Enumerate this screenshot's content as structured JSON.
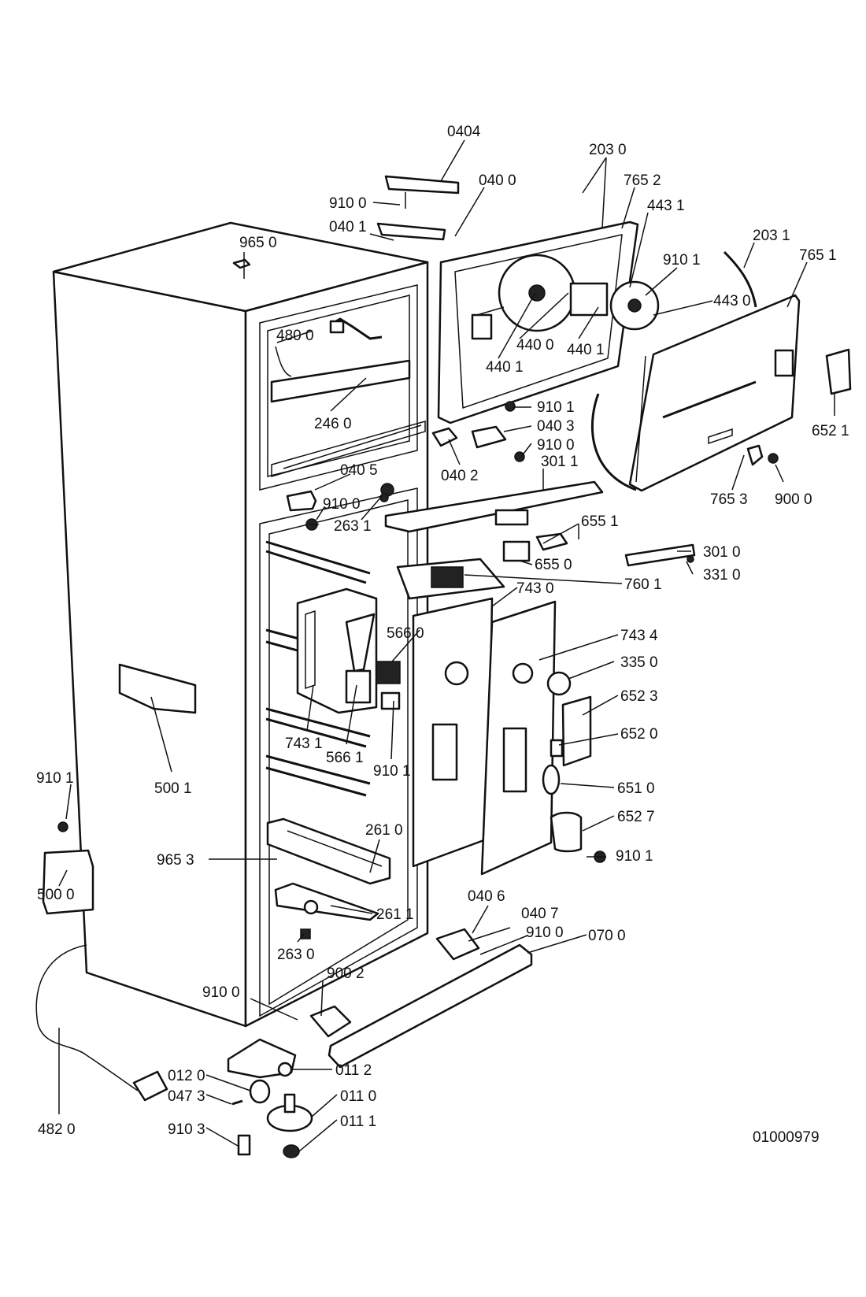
{
  "reference_number": "01000979",
  "callouts": [
    {
      "id": "c0404",
      "text": "0404"
    },
    {
      "id": "c2030",
      "text": "203 0"
    },
    {
      "id": "c0400",
      "text": "040 0"
    },
    {
      "id": "c9100a",
      "text": "910 0"
    },
    {
      "id": "c7652",
      "text": "765 2"
    },
    {
      "id": "c0401",
      "text": "040 1"
    },
    {
      "id": "c4431",
      "text": "443 1"
    },
    {
      "id": "c9650",
      "text": "965 0"
    },
    {
      "id": "c2031",
      "text": "203 1"
    },
    {
      "id": "c7651",
      "text": "765 1"
    },
    {
      "id": "c9101a",
      "text": "910 1"
    },
    {
      "id": "c4430",
      "text": "443 0"
    },
    {
      "id": "c4800",
      "text": "480 0"
    },
    {
      "id": "c4400",
      "text": "440 0"
    },
    {
      "id": "c4401a",
      "text": "440 1"
    },
    {
      "id": "c4401b",
      "text": "440 1"
    },
    {
      "id": "c9101b",
      "text": "910 1"
    },
    {
      "id": "c0403",
      "text": "040 3"
    },
    {
      "id": "c9100b",
      "text": "910 0"
    },
    {
      "id": "c2460",
      "text": "246 0"
    },
    {
      "id": "c6521",
      "text": "652 1"
    },
    {
      "id": "c0402",
      "text": "040 2"
    },
    {
      "id": "c3011",
      "text": "301 1"
    },
    {
      "id": "c0405",
      "text": "040 5"
    },
    {
      "id": "c9100c",
      "text": "910 0"
    },
    {
      "id": "c7653",
      "text": "765 3"
    },
    {
      "id": "c9000",
      "text": "900 0"
    },
    {
      "id": "c2631",
      "text": "263 1"
    },
    {
      "id": "c6551",
      "text": "655 1"
    },
    {
      "id": "c6550",
      "text": "655 0"
    },
    {
      "id": "c3010",
      "text": "301 0"
    },
    {
      "id": "c3310",
      "text": "331 0"
    },
    {
      "id": "c7601",
      "text": "760 1"
    },
    {
      "id": "c7430",
      "text": "743 0"
    },
    {
      "id": "c5660",
      "text": "566 0"
    },
    {
      "id": "c7434",
      "text": "743 4"
    },
    {
      "id": "c3350",
      "text": "335 0"
    },
    {
      "id": "c6523",
      "text": "652 3"
    },
    {
      "id": "c7431",
      "text": "743 1"
    },
    {
      "id": "c5661",
      "text": "566 1"
    },
    {
      "id": "c6520",
      "text": "652 0"
    },
    {
      "id": "c9101c",
      "text": "910 1"
    },
    {
      "id": "c9101d",
      "text": "910 1"
    },
    {
      "id": "c5001",
      "text": "500 1"
    },
    {
      "id": "c6510",
      "text": "651 0"
    },
    {
      "id": "c6527",
      "text": "652 7"
    },
    {
      "id": "c2610",
      "text": "261 0"
    },
    {
      "id": "c9653",
      "text": "965 3"
    },
    {
      "id": "c9101e",
      "text": "910 1"
    },
    {
      "id": "c5000",
      "text": "500 0"
    },
    {
      "id": "c0406",
      "text": "040 6"
    },
    {
      "id": "c0407",
      "text": "040 7"
    },
    {
      "id": "c2611",
      "text": "261 1"
    },
    {
      "id": "c9100d",
      "text": "910 0"
    },
    {
      "id": "c0700",
      "text": "070 0"
    },
    {
      "id": "c2630",
      "text": "263 0"
    },
    {
      "id": "c9002",
      "text": "900 2"
    },
    {
      "id": "c9100e",
      "text": "910 0"
    },
    {
      "id": "c0120",
      "text": "012 0"
    },
    {
      "id": "c0112",
      "text": "011 2"
    },
    {
      "id": "c0473",
      "text": "047 3"
    },
    {
      "id": "c0110",
      "text": "011 0"
    },
    {
      "id": "c4820",
      "text": "482 0"
    },
    {
      "id": "c9103",
      "text": "910 3"
    },
    {
      "id": "c0111",
      "text": "011 1"
    }
  ]
}
